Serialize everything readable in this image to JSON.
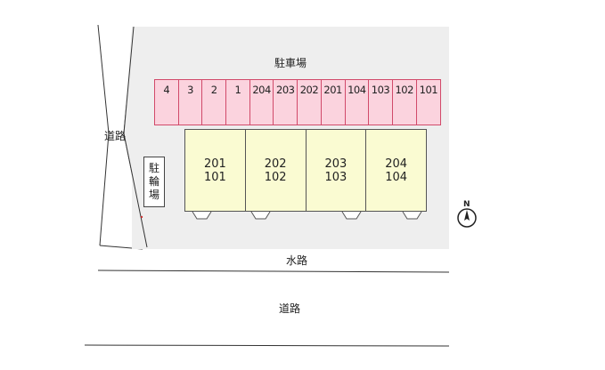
{
  "labels": {
    "parking": "駐車場",
    "road_left": "道路",
    "waterway": "水路",
    "road_bottom": "道路",
    "compass": "N"
  },
  "bicycle_parking": [
    "駐",
    "輪",
    "場"
  ],
  "parking_spaces": [
    "4",
    "3",
    "2",
    "1",
    "204",
    "203",
    "202",
    "201",
    "104",
    "103",
    "102",
    "101"
  ],
  "units": [
    {
      "upper": "201",
      "lower": "101"
    },
    {
      "upper": "202",
      "lower": "102"
    },
    {
      "upper": "203",
      "lower": "103"
    },
    {
      "upper": "204",
      "lower": "104"
    }
  ],
  "colors": {
    "parking_fill": "#fbd3de",
    "parking_border": "#d14a6a",
    "building_fill": "#fafbd2",
    "lot_fill": "#eeeeee"
  }
}
